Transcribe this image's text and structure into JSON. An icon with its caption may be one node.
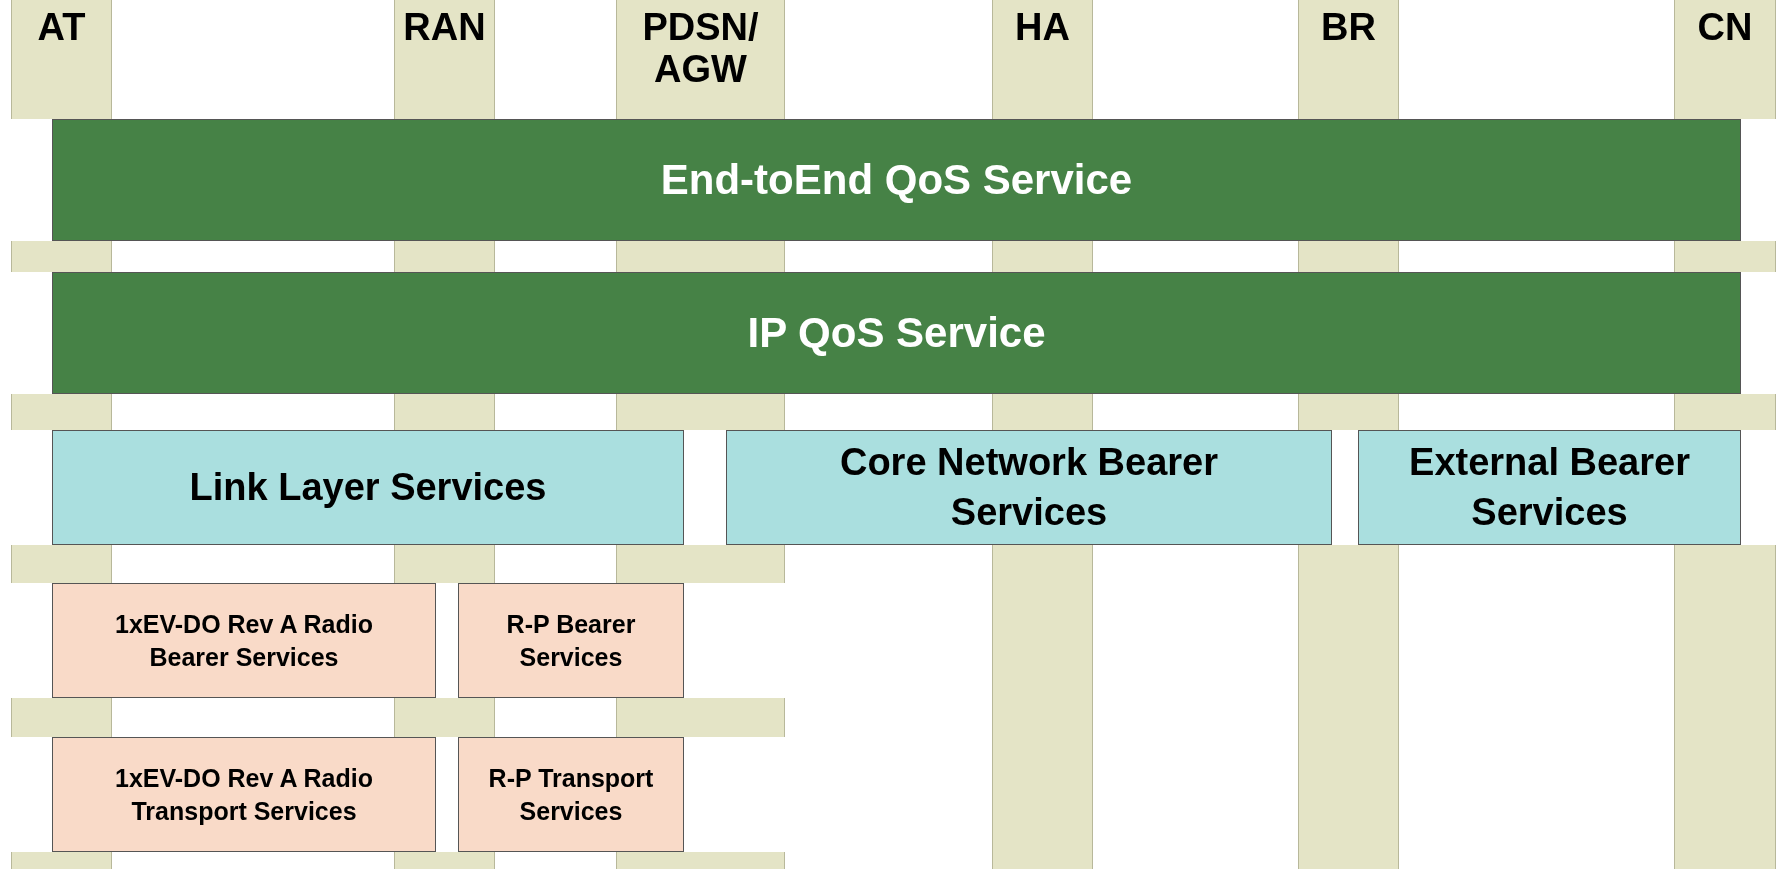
{
  "diagram": {
    "nodes": [
      {
        "text": [
          "AT"
        ]
      },
      {
        "text": [
          "RAN"
        ]
      },
      {
        "text": [
          "PDSN/ AGW"
        ]
      },
      {
        "text": [
          "HA"
        ]
      },
      {
        "text": [
          "BR"
        ]
      },
      {
        "text": [
          "CN"
        ]
      },
      {
        "text": [
          "End-toEnd QoS Service"
        ]
      },
      {
        "text": [
          "IP QoS Service"
        ]
      },
      {
        "text": [
          "Link Layer Services"
        ]
      },
      {
        "text": [
          "Core Network Bearer Services"
        ]
      },
      {
        "text": [
          "External Bearer Services"
        ]
      },
      {
        "text": [
          "1xEV-DO Rev A Radio Bearer Services"
        ]
      },
      {
        "text": [
          "R-P Bearer Services"
        ]
      },
      {
        "text": [
          "1xEV-DO Rev A Radio Transport Services"
        ]
      },
      {
        "text": [
          "R-P Transport Services"
        ]
      }
    ]
  }
}
